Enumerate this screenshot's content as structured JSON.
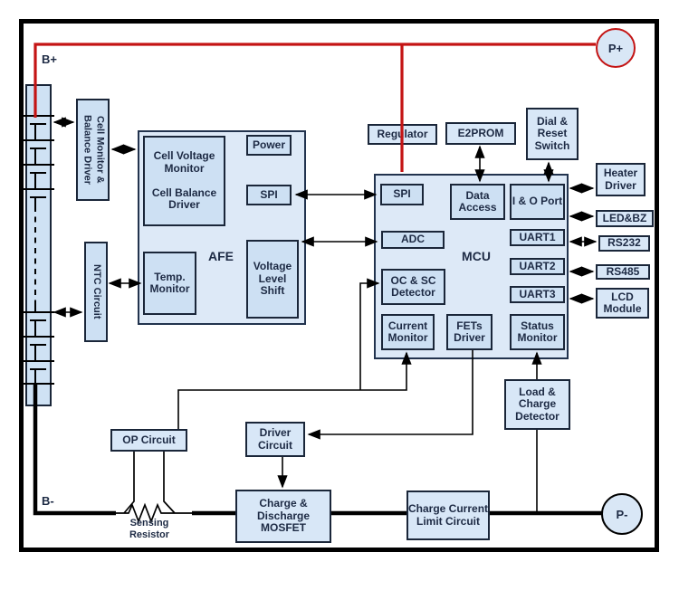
{
  "terminals": {
    "b_plus": "B+",
    "b_minus": "B-",
    "p_plus": "P+",
    "p_minus": "P-"
  },
  "battery_side": {
    "cell_monitor_balance_driver": "Cell Monitor & Balance Driver",
    "ntc_circuit": "NTC Circuit"
  },
  "afe": {
    "name": "AFE",
    "cell_voltage_monitor": "Cell Voltage Monitor",
    "cell_balance_driver": "Cell Balance Driver",
    "power": "Power",
    "spi": "SPI",
    "temp_monitor": "Temp. Monitor",
    "voltage_level_shift": "Voltage Level Shift"
  },
  "mcu": {
    "name": "MCU",
    "spi": "SPI",
    "data_access": "Data Access",
    "io_port": "I & O Port",
    "adc": "ADC",
    "uart1": "UART1",
    "uart2": "UART2",
    "uart3": "UART3",
    "oc_sc_detector": "OC & SC Detector",
    "current_monitor": "Current Monitor",
    "fets_driver": "FETs Driver",
    "status_monitor": "Status Monitor"
  },
  "top_row": {
    "regulator": "Regulator",
    "e2prom": "E2PROM",
    "dial_reset_switch": "Dial & Reset Switch"
  },
  "peripherals": {
    "heater_driver": "Heater Driver",
    "led_bz": "LED&BZ",
    "rs232": "RS232",
    "rs485": "RS485",
    "lcd_module": "LCD Module"
  },
  "power_path": {
    "op_circuit": "OP Circuit",
    "driver_circuit": "Driver Circuit",
    "charge_discharge_mosfet": "Charge & Discharge MOSFET",
    "charge_current_limit_circuit": "Charge Current Limit Circuit",
    "load_charge_detector": "Load & Charge Detector",
    "sensing_resistor": "Sensing Resistor"
  },
  "colors": {
    "positive_wire": "#c41414",
    "signal_wire": "#000000",
    "group_fill": "#dde9f7",
    "block_fill": "#cde0f3",
    "border": "#1a2639"
  }
}
